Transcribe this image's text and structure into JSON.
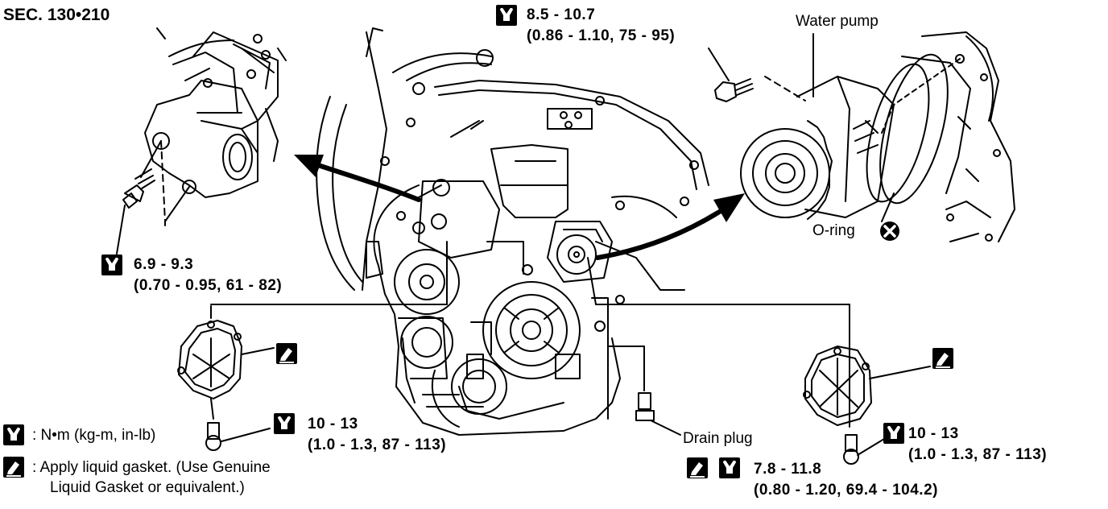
{
  "section": "SEC. 130•210",
  "callouts": {
    "top_torque_line1": "8.5 - 10.7",
    "top_torque_line2": "(0.86 - 1.10, 75 - 95)",
    "water_pump": "Water pump",
    "o_ring": "O-ring",
    "left_torque_line1": "6.9 - 9.3",
    "left_torque_line2": "(0.70 - 0.95, 61 - 82)",
    "bottom_left_torque_line1": "10 - 13",
    "bottom_left_torque_line2": "(1.0 - 1.3, 87 - 113)",
    "drain_plug": "Drain plug",
    "bottom_right_torque_line1": "10 - 13",
    "bottom_right_torque_line2": "(1.0 - 1.3, 87 - 113)",
    "drain_torque_line1": "7.8 - 11.8",
    "drain_torque_line2": "(0.80 - 1.20, 69.4 - 104.2)"
  },
  "legend": {
    "torque_units": ": N•m (kg-m, in-lb)",
    "gasket_line1": ": Apply liquid gasket. (Use Genuine",
    "gasket_line2": "Liquid Gasket or equivalent.)"
  },
  "icons": {
    "torque": "torque-wrench-icon",
    "gasket": "liquid-gasket-icon",
    "discard": "do-not-reuse-icon"
  }
}
